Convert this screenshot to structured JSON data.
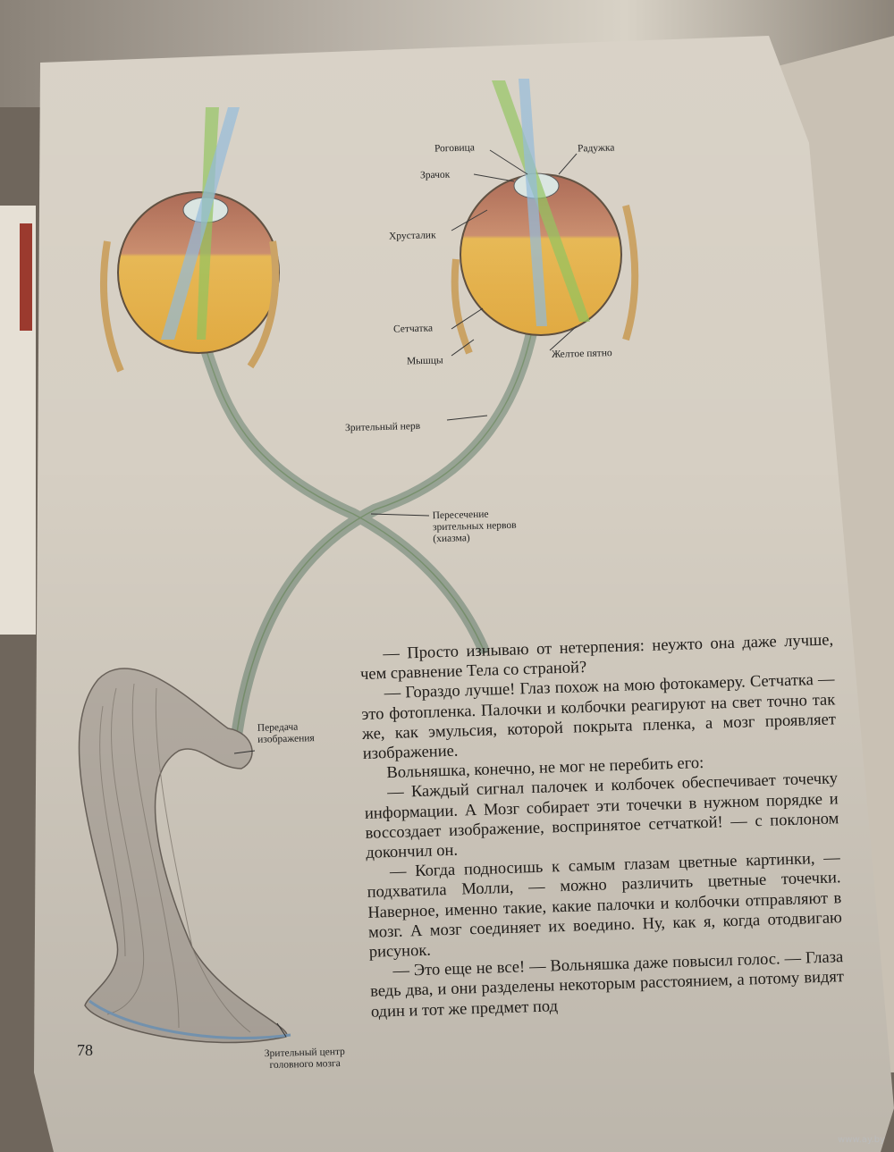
{
  "labels": {
    "cornea": "Роговица",
    "iris": "Радужка",
    "pupil": "Зрачок",
    "lens": "Хрусталик",
    "retina": "Сетчатка",
    "muscles": "Мышцы",
    "macula": "Желтое пятно",
    "optic_nerve": "Зрительный нерв",
    "chiasm": [
      "Пересечение",
      "зрительных нервов",
      "(хиазма)"
    ],
    "transmission": [
      "Передача",
      "изображения"
    ],
    "visual_center": [
      "Зрительный центр",
      "головного мозга"
    ]
  },
  "paragraphs": [
    "— Просто изнываю от нетерпения: неужто она даже лучше, чем сравнение Тела со страной?",
    "— Гораздо лучше! Глаз похож на мою фотокамеру. Сетчатка — это фотопленка. Палочки и колбочки реагируют на свет точно так же, как эмульсия, которой покрыта пленка, а мозг проявляет изображение.",
    "Вольняшка, конечно, не мог не перебить его:",
    "— Каждый сигнал палочек и колбочек обеспечивает точечку информации. А Мозг собирает эти точечки в нужном порядке и воссоздает изображение, воспринятое сетчаткой! — с поклоном докончил он.",
    "— Когда подносишь к самым глазам цветные картинки, — подхватила Молли, — можно различить цветные точечки. Наверное, именно такие, какие палочки и колбочки отправляют в мозг. А мозг соединяет их воедино. Ну, как я, когда отодвигаю рисунок.",
    "— Это еще не все! — Вольняшка даже повысил голос. — Глаза ведь два, и они разделены некоторым расстоянием, а потому видят один и тот же предмет под"
  ],
  "page_number": "78",
  "watermark": "www.ay.by",
  "colors": {
    "page": "#d6cfc3",
    "eye_yellow": "#e2b24a",
    "eye_red": "#b0685a",
    "ray_green": "#8fc25a",
    "ray_blue": "#8fb8d8",
    "nerve": "#9aa597"
  }
}
